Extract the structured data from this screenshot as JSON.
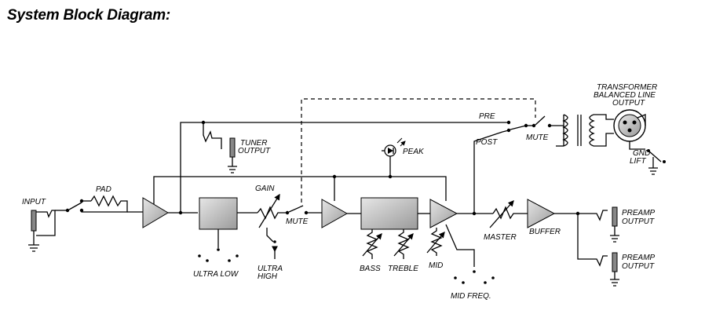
{
  "title": "System Block Diagram:",
  "labels": {
    "input": "INPUT",
    "pad": "PAD",
    "gain": "GAIN",
    "mute_1": "MUTE",
    "ultra_low": "ULTRA LOW",
    "ultra_high": "ULTRA",
    "ultra_high_2": "HIGH",
    "tuner_1": "TUNER",
    "tuner_2": "OUTPUT",
    "peak": "PEAK",
    "bass": "BASS",
    "treble": "TREBLE",
    "mid": "MID",
    "mid_freq": "MID FREQ.",
    "pre": "PRE",
    "post": "POST",
    "mute_2": "MUTE",
    "master": "MASTER",
    "buffer": "BUFFER",
    "transformer_1": "TRANSFORMER",
    "transformer_2": "BALANCED LINE",
    "transformer_3": "OUTPUT",
    "gnd_1": "GND",
    "gnd_2": "LIFT",
    "preamp_out_1a": "PREAMP",
    "preamp_out_1b": "OUTPUT",
    "preamp_out_2a": "PREAMP",
    "preamp_out_2b": "OUTPUT"
  },
  "colors": {
    "block_fill": "#c8c8c8",
    "line": "#000000"
  }
}
